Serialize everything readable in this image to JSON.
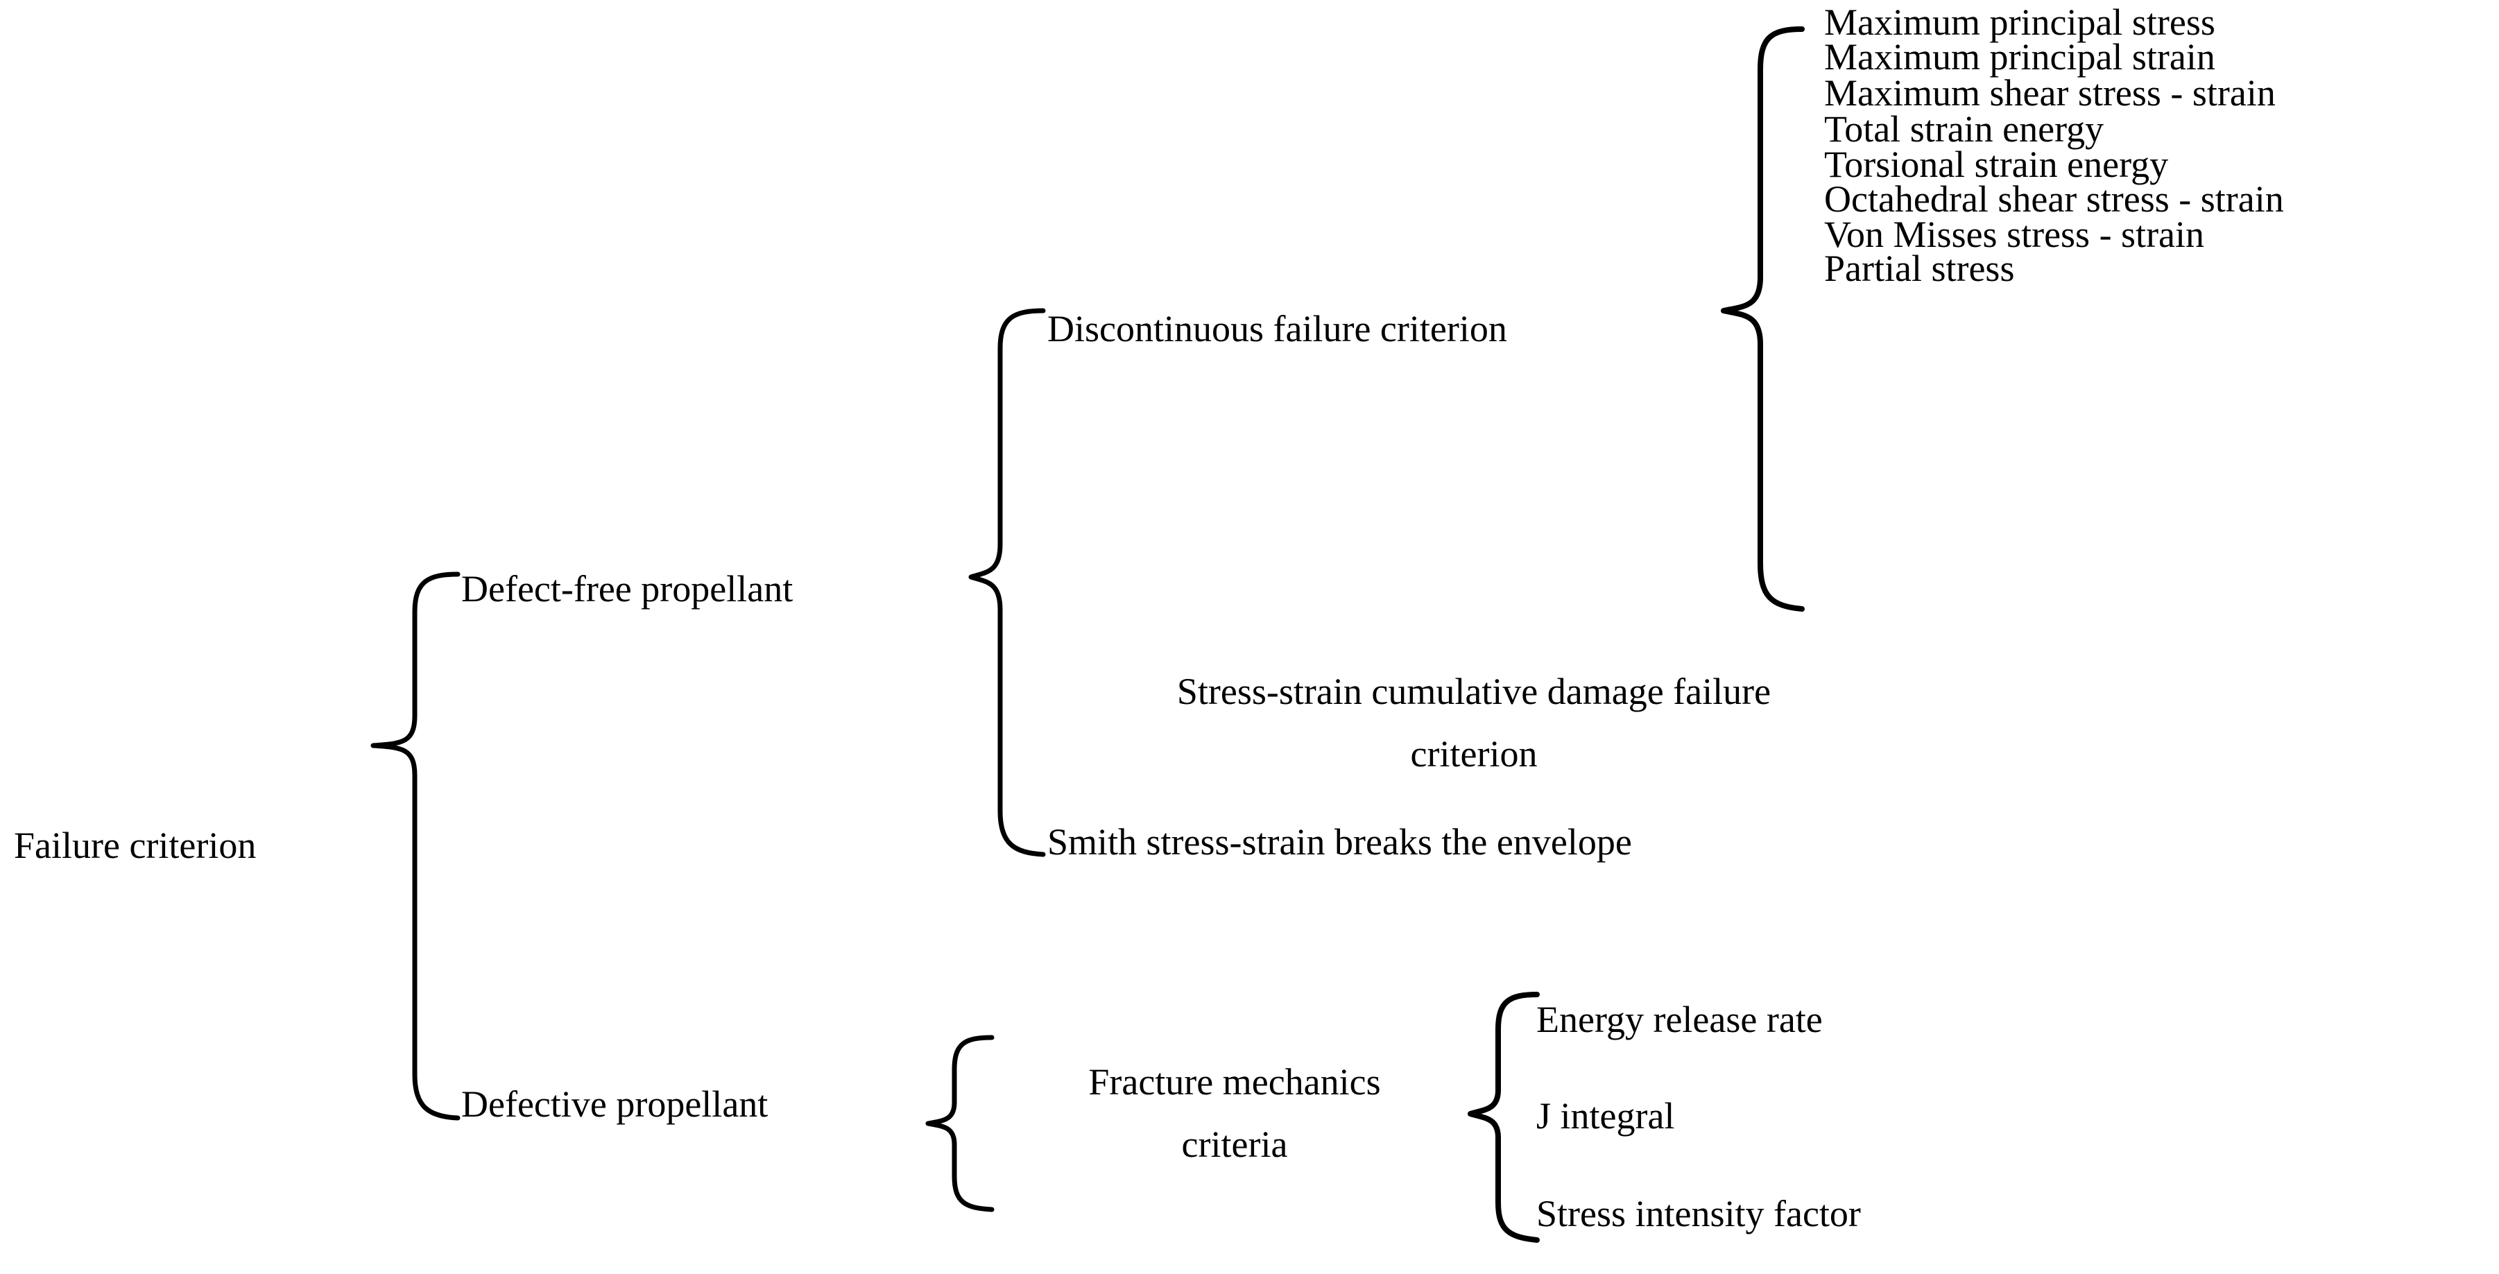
{
  "diagram": {
    "title": "Failure criterion",
    "type": "hierarchical brace tree",
    "root": {
      "label": "Failure criterion"
    },
    "level1": [
      {
        "label": "Defect-free propellant"
      },
      {
        "label": "Defective propellant"
      }
    ],
    "level2": [
      {
        "label": "Discontinuous failure criterion"
      },
      {
        "label": "Stress-strain cumulative damage failure criterion"
      },
      {
        "label": "Smith stress-strain breaks the envelope"
      },
      {
        "label": "Fracture mechanics criteria"
      }
    ],
    "discontinuous_leaves": [
      {
        "label": "Maximum principal stress"
      },
      {
        "label": "Maximum principal strain"
      },
      {
        "label": "Maximum shear stress - strain"
      },
      {
        "label": "Total strain energy"
      },
      {
        "label": "Torsional strain energy"
      },
      {
        "label": "Octahedral shear stress - strain"
      },
      {
        "label": "Von Misses stress - strain"
      },
      {
        "label": "Partial stress"
      }
    ],
    "fracture_leaves": [
      {
        "label": "Energy release rate"
      },
      {
        "label": "J integral"
      },
      {
        "label": "Stress intensity factor"
      }
    ],
    "multiline": {
      "cumulative_damage_line1": "Stress-strain cumulative damage failure",
      "cumulative_damage_line2": "criterion",
      "fracture_line1": "Fracture mechanics",
      "fracture_line2": "criteria"
    },
    "colors": {
      "stroke": "#000000",
      "text": "#000000",
      "background": "#ffffff"
    }
  }
}
